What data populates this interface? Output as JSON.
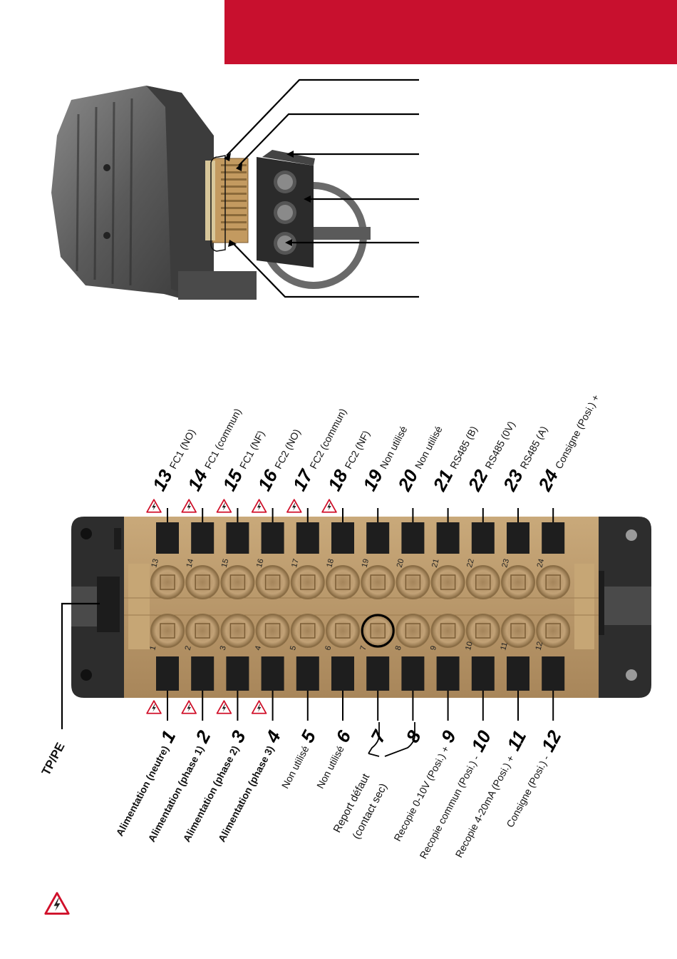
{
  "colors": {
    "accent": "#c8102e",
    "terminal_body": "#b8976a",
    "terminal_dark": "#2a2a2a",
    "warning_red": "#d0102a"
  },
  "icons": {
    "warning": "high-voltage-warning-icon"
  },
  "top_pins": [
    {
      "num": "13",
      "label": "FC1 (NO)",
      "hv": true
    },
    {
      "num": "14",
      "label": "FC1 (commun)",
      "hv": true
    },
    {
      "num": "15",
      "label": "FC1 (NF)",
      "hv": true
    },
    {
      "num": "16",
      "label": "FC2 (NO)",
      "hv": true
    },
    {
      "num": "17",
      "label": "FC2 (commun)",
      "hv": true
    },
    {
      "num": "18",
      "label": "FC2 (NF)",
      "hv": true
    },
    {
      "num": "19",
      "label": "Non utilisé",
      "hv": false
    },
    {
      "num": "20",
      "label": "Non utilisé",
      "hv": false
    },
    {
      "num": "21",
      "label": "RS485 (B)",
      "hv": false
    },
    {
      "num": "22",
      "label": "RS485 (0V)",
      "hv": false
    },
    {
      "num": "23",
      "label": "RS485 (A)",
      "hv": false
    },
    {
      "num": "24",
      "label": "Consigne (Posi.) +",
      "hv": false
    }
  ],
  "bottom_pins": [
    {
      "num": "1",
      "label": "Alimentation (neutre)",
      "bold": true,
      "hv": true
    },
    {
      "num": "2",
      "label": "Alimentation (phase 1)",
      "bold": true,
      "hv": true
    },
    {
      "num": "3",
      "label": "Alimentation (phase 2)",
      "bold": true,
      "hv": true
    },
    {
      "num": "4",
      "label": "Alimentation (phase 3)",
      "bold": true,
      "hv": true
    },
    {
      "num": "5",
      "label": "Non utilisé",
      "bold": false,
      "hv": false
    },
    {
      "num": "6",
      "label": "Non utilisé",
      "bold": false,
      "hv": false
    },
    {
      "num": "7",
      "label": "",
      "bold": false,
      "hv": false
    },
    {
      "num": "8",
      "label": "",
      "bold": false,
      "hv": false
    },
    {
      "num": "9",
      "label": "Recopie 0-10V (Posi.) +",
      "bold": false,
      "hv": false
    },
    {
      "num": "10",
      "label": "Recopie commun (Posi.) -",
      "bold": false,
      "hv": false
    },
    {
      "num": "11",
      "label": "Recopie 4-20mA (Posi.) +",
      "bold": false,
      "hv": false
    },
    {
      "num": "12",
      "label": "Consigne (Posi.) -",
      "bold": false,
      "hv": false
    }
  ],
  "report_defaut": {
    "line1": "Report défaut",
    "line2": "(contact sec)"
  },
  "tp_pe_label": "TP/PE"
}
